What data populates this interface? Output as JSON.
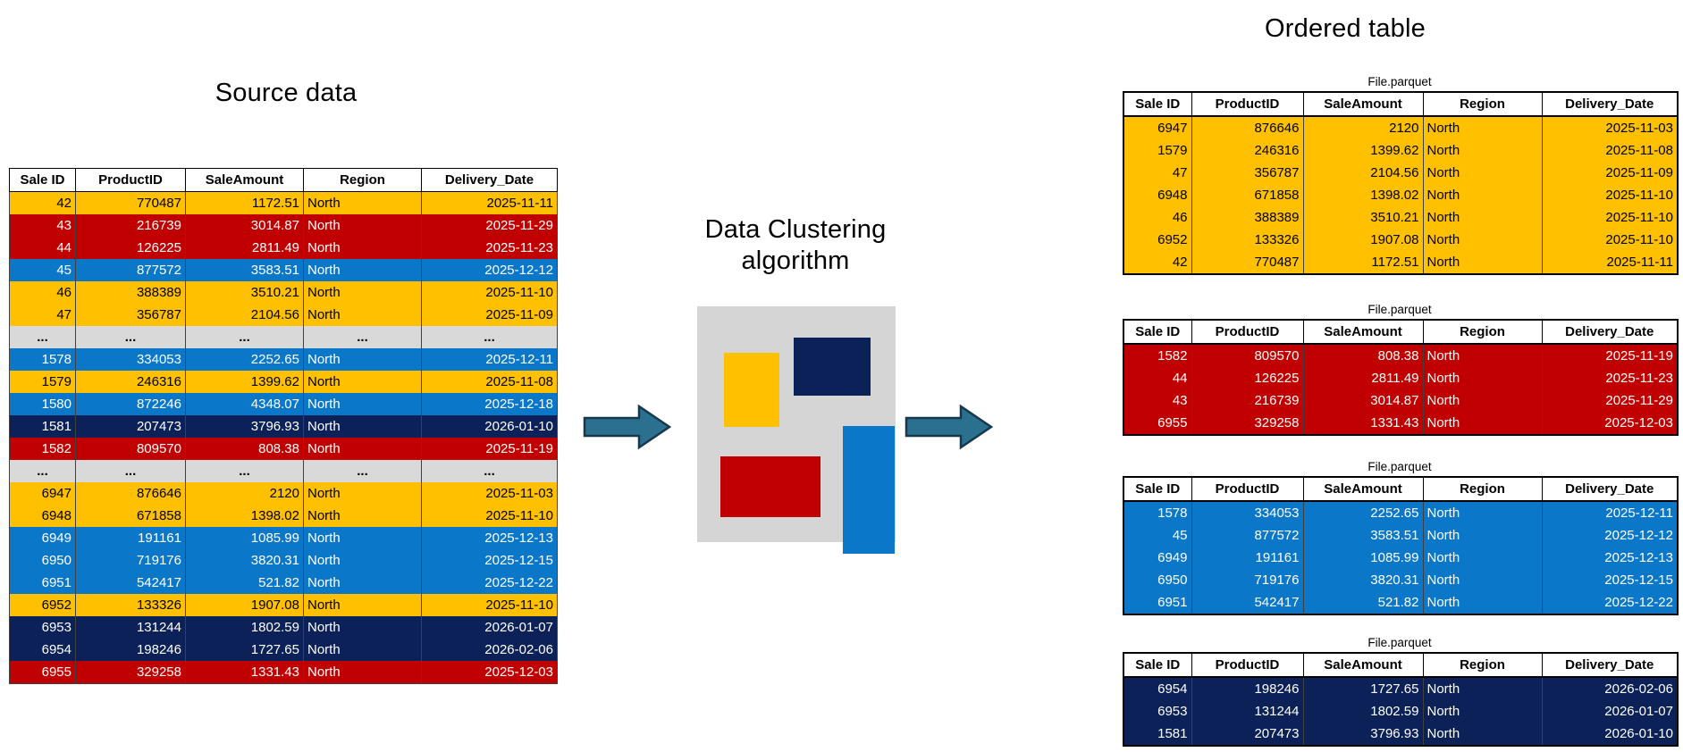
{
  "colors": {
    "yellow": "#FFC000",
    "red": "#C00000",
    "blue": "#0B77C8",
    "navy": "#0B2158",
    "gray_row": "#D9D9D9",
    "panel_gray": "#D5D5D5",
    "arrow_fill": "#2B708F",
    "arrow_outline": "#16384C"
  },
  "icons": {
    "flow_arrow_left": "right-arrow",
    "flow_arrow_right": "right-arrow"
  },
  "left": {
    "title": "Source data",
    "table": {
      "columns": [
        "Sale ID",
        "ProductID",
        "SaleAmount",
        "Region",
        "Delivery_Date"
      ],
      "rows": [
        {
          "cells": [
            "42",
            "770487",
            "1172.51",
            "North",
            "2025-11-11"
          ],
          "color": "yellow"
        },
        {
          "cells": [
            "43",
            "216739",
            "3014.87",
            "North",
            "2025-11-29"
          ],
          "color": "red"
        },
        {
          "cells": [
            "44",
            "126225",
            "2811.49",
            "North",
            "2025-11-23"
          ],
          "color": "red"
        },
        {
          "cells": [
            "45",
            "877572",
            "3583.51",
            "North",
            "2025-12-12"
          ],
          "color": "blue"
        },
        {
          "cells": [
            "46",
            "388389",
            "3510.21",
            "North",
            "2025-11-10"
          ],
          "color": "yellow"
        },
        {
          "cells": [
            "47",
            "356787",
            "2104.56",
            "North",
            "2025-11-09"
          ],
          "color": "yellow"
        },
        {
          "cells": [
            "...",
            "...",
            "...",
            "...",
            "..."
          ],
          "color": "gray"
        },
        {
          "cells": [
            "1578",
            "334053",
            "2252.65",
            "North",
            "2025-12-11"
          ],
          "color": "blue"
        },
        {
          "cells": [
            "1579",
            "246316",
            "1399.62",
            "North",
            "2025-11-08"
          ],
          "color": "yellow"
        },
        {
          "cells": [
            "1580",
            "872246",
            "4348.07",
            "North",
            "2025-12-18"
          ],
          "color": "blue"
        },
        {
          "cells": [
            "1581",
            "207473",
            "3796.93",
            "North",
            "2026-01-10"
          ],
          "color": "navy"
        },
        {
          "cells": [
            "1582",
            "809570",
            "808.38",
            "North",
            "2025-11-19"
          ],
          "color": "red"
        },
        {
          "cells": [
            "...",
            "...",
            "...",
            "...",
            "..."
          ],
          "color": "gray"
        },
        {
          "cells": [
            "6947",
            "876646",
            "2120",
            "North",
            "2025-11-03"
          ],
          "color": "yellow"
        },
        {
          "cells": [
            "6948",
            "671858",
            "1398.02",
            "North",
            "2025-11-10"
          ],
          "color": "yellow"
        },
        {
          "cells": [
            "6949",
            "191161",
            "1085.99",
            "North",
            "2025-12-13"
          ],
          "color": "blue"
        },
        {
          "cells": [
            "6950",
            "719176",
            "3820.31",
            "North",
            "2025-12-15"
          ],
          "color": "blue"
        },
        {
          "cells": [
            "6951",
            "542417",
            "521.82",
            "North",
            "2025-12-22"
          ],
          "color": "blue"
        },
        {
          "cells": [
            "6952",
            "133326",
            "1907.08",
            "North",
            "2025-11-10"
          ],
          "color": "yellow"
        },
        {
          "cells": [
            "6953",
            "131244",
            "1802.59",
            "North",
            "2026-01-07"
          ],
          "color": "navy"
        },
        {
          "cells": [
            "6954",
            "198246",
            "1727.65",
            "North",
            "2026-02-06"
          ],
          "color": "navy"
        },
        {
          "cells": [
            "6955",
            "329258",
            "1331.43",
            "North",
            "2025-12-03"
          ],
          "color": "red"
        }
      ]
    }
  },
  "middle": {
    "title_lines": [
      "Data Clustering",
      "algorithm"
    ]
  },
  "right": {
    "title": "Ordered table",
    "tables": [
      {
        "caption": "File.parquet",
        "color": "yellow",
        "ellipsis": "...",
        "columns": [
          "Sale ID",
          "ProductID",
          "SaleAmount",
          "Region",
          "Delivery_Date"
        ],
        "rows": [
          [
            "6947",
            "876646",
            "2120",
            "North",
            "2025-11-03"
          ],
          [
            "1579",
            "246316",
            "1399.62",
            "North",
            "2025-11-08"
          ],
          [
            "47",
            "356787",
            "2104.56",
            "North",
            "2025-11-09"
          ],
          [
            "6948",
            "671858",
            "1398.02",
            "North",
            "2025-11-10"
          ],
          [
            "46",
            "388389",
            "3510.21",
            "North",
            "2025-11-10"
          ],
          [
            "6952",
            "133326",
            "1907.08",
            "North",
            "2025-11-10"
          ],
          [
            "42",
            "770487",
            "1172.51",
            "North",
            "2025-11-11"
          ]
        ]
      },
      {
        "caption": "File.parquet",
        "color": "red",
        "ellipsis": "...",
        "columns": [
          "Sale ID",
          "ProductID",
          "SaleAmount",
          "Region",
          "Delivery_Date"
        ],
        "rows": [
          [
            "1582",
            "809570",
            "808.38",
            "North",
            "2025-11-19"
          ],
          [
            "44",
            "126225",
            "2811.49",
            "North",
            "2025-11-23"
          ],
          [
            "43",
            "216739",
            "3014.87",
            "North",
            "2025-11-29"
          ],
          [
            "6955",
            "329258",
            "1331.43",
            "North",
            "2025-12-03"
          ]
        ]
      },
      {
        "caption": "File.parquet",
        "color": "blue",
        "ellipsis": "...",
        "columns": [
          "Sale ID",
          "ProductID",
          "SaleAmount",
          "Region",
          "Delivery_Date"
        ],
        "rows": [
          [
            "1578",
            "334053",
            "2252.65",
            "North",
            "2025-12-11"
          ],
          [
            "45",
            "877572",
            "3583.51",
            "North",
            "2025-12-12"
          ],
          [
            "6949",
            "191161",
            "1085.99",
            "North",
            "2025-12-13"
          ],
          [
            "6950",
            "719176",
            "3820.31",
            "North",
            "2025-12-15"
          ],
          [
            "6951",
            "542417",
            "521.82",
            "North",
            "2025-12-22"
          ]
        ]
      },
      {
        "caption": "File.parquet",
        "color": "navy",
        "columns": [
          "Sale ID",
          "ProductID",
          "SaleAmount",
          "Region",
          "Delivery_Date"
        ],
        "rows": [
          [
            "6954",
            "198246",
            "1727.65",
            "North",
            "2026-02-06"
          ],
          [
            "6953",
            "131244",
            "1802.59",
            "North",
            "2026-01-07"
          ],
          [
            "1581",
            "207473",
            "3796.93",
            "North",
            "2026-01-10"
          ]
        ]
      }
    ]
  }
}
